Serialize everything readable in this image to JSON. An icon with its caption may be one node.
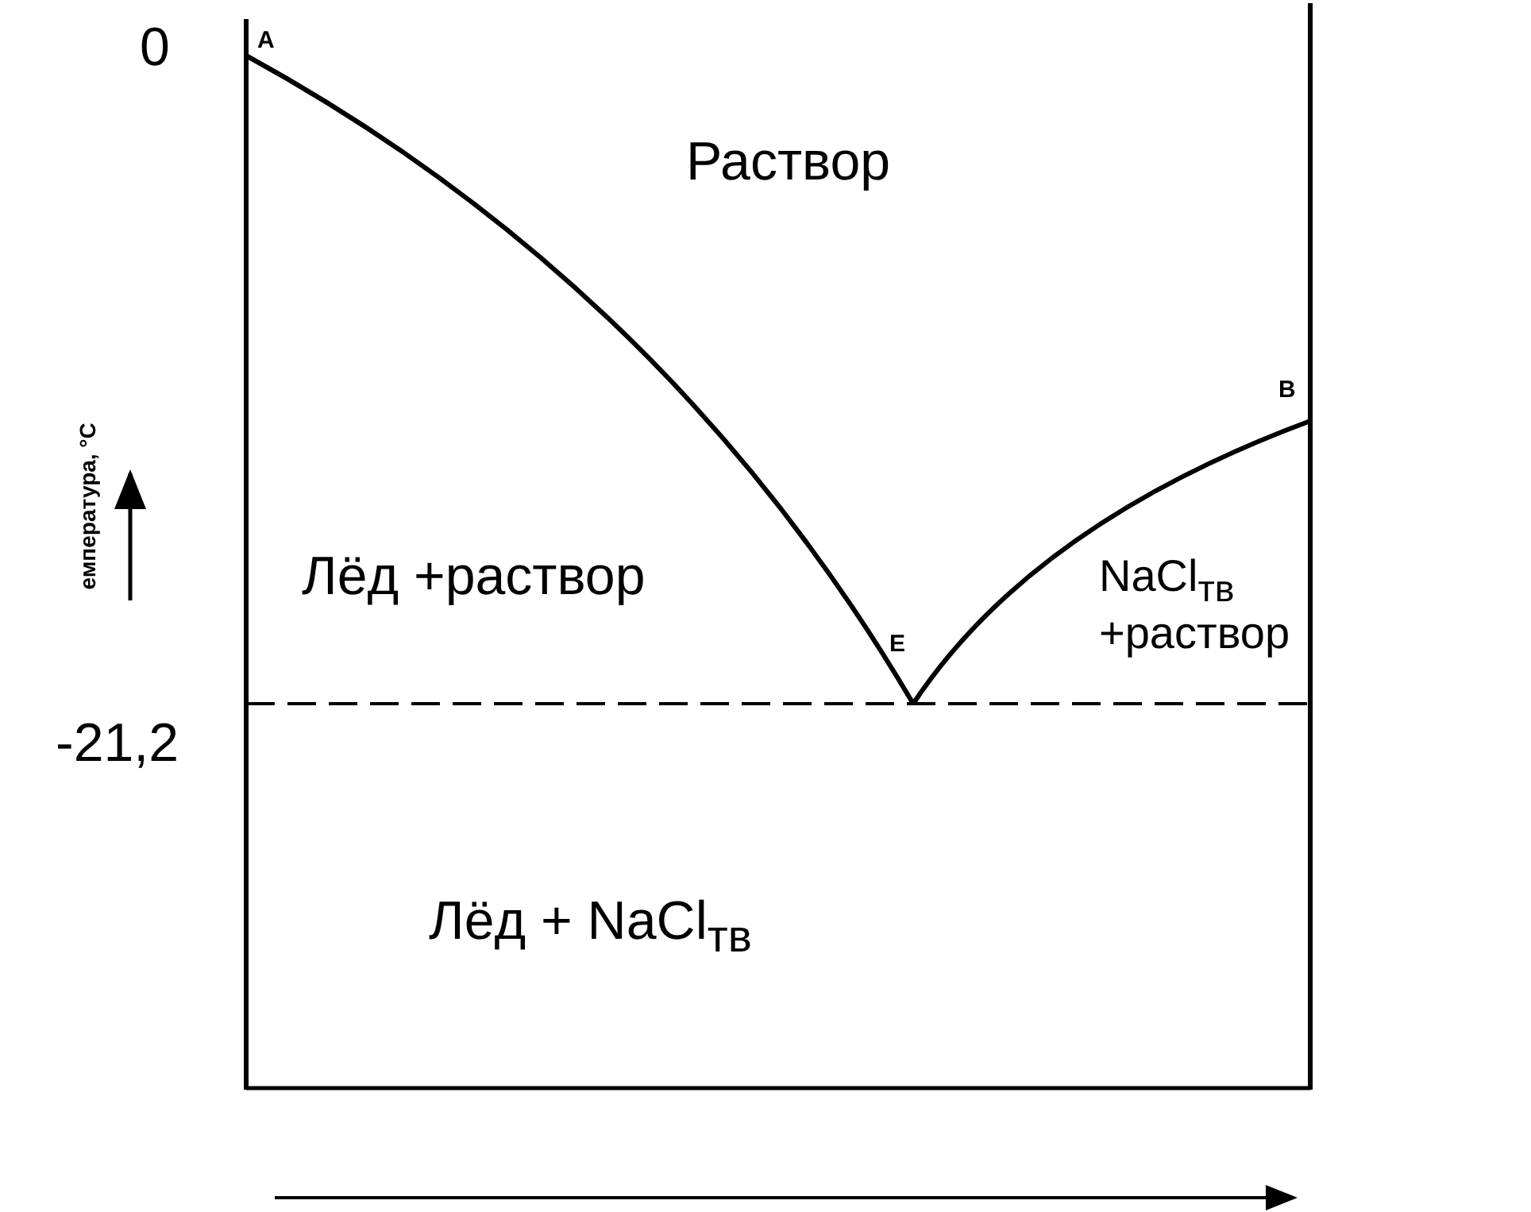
{
  "diagram": {
    "labels": [
      "0",
      "A",
      "Раствор",
      "B",
      "емпература, °C",
      "Лёд +раствор",
      "E",
      "NaCl$_{тв}$ +раствор",
      "-21,2",
      "Лёд + NaCl$_{тв}$"
    ]
  }
}
